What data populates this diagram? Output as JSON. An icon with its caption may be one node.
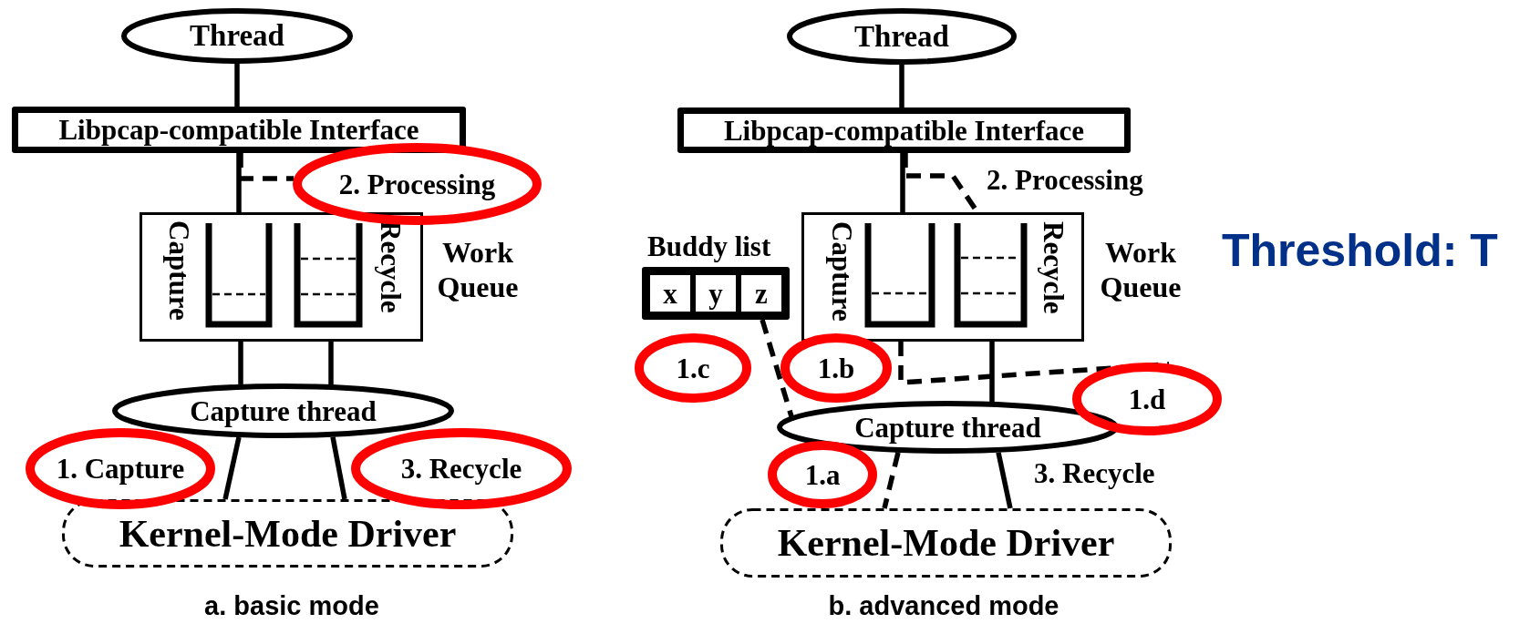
{
  "diagram": {
    "nodes": [
      {
        "text": [
          "Thread"
        ]
      },
      {
        "text": [
          "Libpcap-compatible Interface"
        ]
      },
      {
        "text": [
          "Capture",
          "Recycle"
        ],
        "beside": [
          "Work Queue"
        ]
      },
      {
        "text": [
          "Capture thread"
        ]
      },
      {
        "text": [
          "Kernel-Mode Driver"
        ]
      },
      {
        "text": [
          "2. Processing"
        ]
      },
      {
        "text": [
          "1. Capture"
        ]
      },
      {
        "text": [
          "3. Recycle"
        ]
      },
      {
        "text": [
          "Thread"
        ]
      },
      {
        "text": [
          "Libpcap-compatible Interface"
        ]
      },
      {
        "text": [
          "Capture",
          "Recycle"
        ],
        "beside": [
          "Work Queue"
        ]
      },
      {
        "text": [
          "Buddy list"
        ]
      },
      {
        "text": [
          "x"
        ],
        "in": 11
      },
      {
        "text": [
          "y"
        ],
        "in": 11
      },
      {
        "text": [
          "z"
        ],
        "in": 11
      },
      {
        "text": [
          "Capture thread"
        ]
      },
      {
        "text": [
          "Kernel-Mode Driver"
        ]
      },
      {
        "text": [
          "1.c"
        ]
      },
      {
        "text": [
          "1.b"
        ]
      },
      {
        "text": [
          "1.d"
        ]
      },
      {
        "text": [
          "1.a"
        ]
      }
    ],
    "edges": [
      {
        "from": 0,
        "to": 1,
        "arrow": "none"
      },
      {
        "from": 1,
        "to": 2,
        "arrow": "none"
      },
      {
        "from": 1,
        "to": 5,
        "arrow": "none",
        "style": "dashed"
      },
      {
        "from": 2,
        "to": 3,
        "arrow": "none"
      },
      {
        "from": 2,
        "to": 3,
        "arrow": "none"
      },
      {
        "from": 3,
        "to": 4,
        "arrow": "none"
      },
      {
        "from": 3,
        "to": 4,
        "arrow": "none"
      },
      {
        "from": 8,
        "to": 9,
        "arrow": "none"
      },
      {
        "from": 9,
        "to": 10,
        "arrow": "none"
      },
      {
        "from": 9,
        "to": 10,
        "arrow": "none",
        "style": "dashed",
        "label": "2. Processing"
      },
      {
        "from": 10,
        "to": 15,
        "arrow": "none"
      },
      {
        "from": 10,
        "to": 19,
        "arrow": "none",
        "style": "dashed"
      },
      {
        "from": 11,
        "to": 15,
        "arrow": "none",
        "style": "dashed"
      },
      {
        "from": 15,
        "to": 16,
        "arrow": "none",
        "style": "dashed"
      },
      {
        "from": 15,
        "to": 16,
        "arrow": "none",
        "label": "3. Recycle"
      }
    ],
    "labels": [
      "a. basic mode",
      "b. advanced mode",
      "Threshold: T"
    ]
  }
}
